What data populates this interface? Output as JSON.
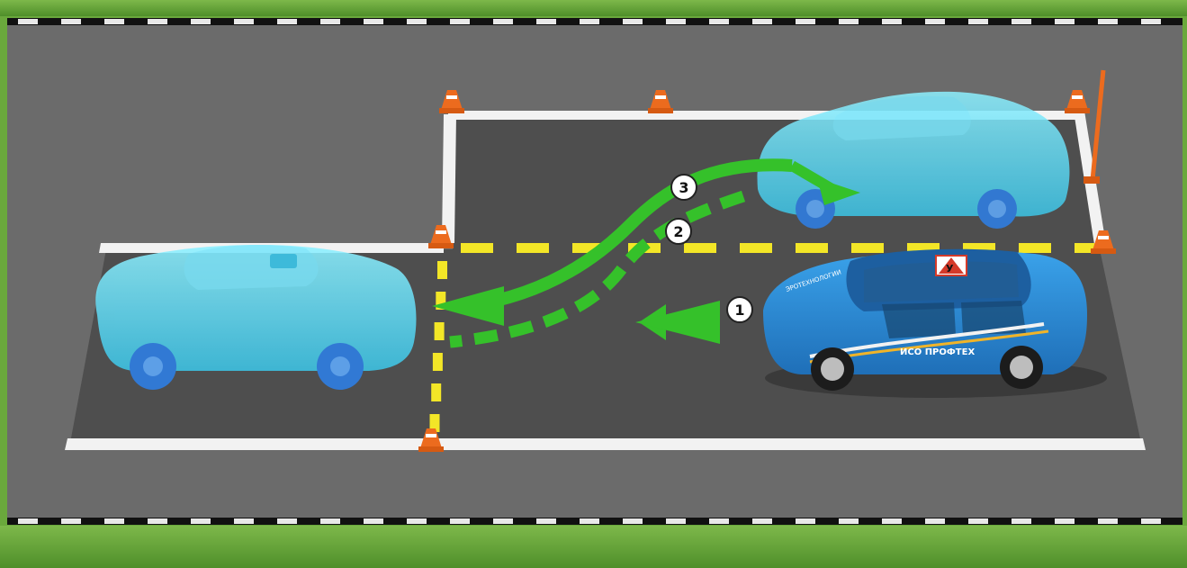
{
  "markers": [
    {
      "id": "1",
      "label": "1"
    },
    {
      "id": "2",
      "label": "2"
    },
    {
      "id": "3",
      "label": "3"
    }
  ],
  "car_branding": {
    "door_text": "ИСО ПРОФТЕХ",
    "hood_text": "ЭРОТЕХНОЛОГИИ",
    "roof_sign_letter": "У"
  },
  "colors": {
    "grass": "#6aa83c",
    "asphalt": "#6b6b6b",
    "zone_asphalt": "#4e4e4e",
    "white_line": "#f2f2f2",
    "yellow_dash": "#f3e627",
    "arrow_green": "#35c12a",
    "ghost_car": "#4fd8f0",
    "training_car": "#2b86d2",
    "cone_orange": "#ec6b1e"
  },
  "icons": [
    "traffic-cone-icon",
    "arrow-icon",
    "car-icon",
    "learner-sign-icon"
  ]
}
